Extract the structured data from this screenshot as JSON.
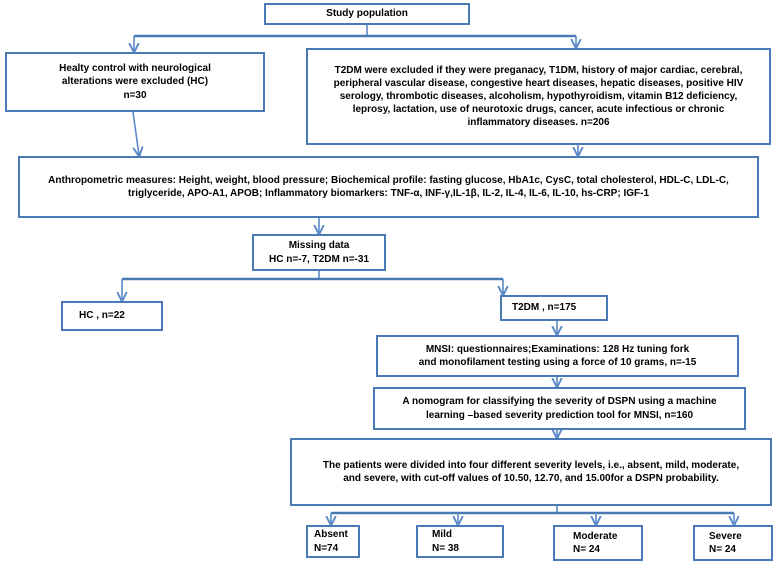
{
  "colors": {
    "box_border": "#4a7ab5",
    "arrow": "#5b8ac7",
    "text": "#000000"
  },
  "nodes": {
    "study_population": "Study population",
    "healthy_control": "Healty control with neurological\nalterations were excluded (HC)\nn=30",
    "t2dm_exclusion": "T2DM were excluded if they were preganacy, T1DM, history of major cardiac, cerebral,\nperipheral vascular disease, congestive heart diseases, hepatic diseases, positive HIV\nserology, thrombotic diseases, alcoholism, hypothyroidism, vitamin B12 deficiency,\nleprosy, lactation, use of neurotoxic drugs, cancer, acute infectious or chronic\ninflammatory diseases.  n=206",
    "measures": "Anthropometric measures: Height, weight, blood pressure; Biochemical profile: fasting glucose, HbA1c, CysC, total cholesterol, HDL-C, LDL-C,\ntriglyceride, APO-A1, APOB; Inflammatory biomarkers: TNF-α, INF-γ,IL-1β,  IL-2, IL-4, IL-6, IL-10, hs-CRP; IGF-1",
    "missing_data": "Missing data\nHC n=-7, T2DM n=-31",
    "hc_final": "HC , n=22",
    "t2dm_final": "T2DM , n=175",
    "mnsi": "MNSI: questionnaires;Examinations: 128 Hz tuning fork\nand monofilament testing using a force of 10 grams, n=-15",
    "nomogram": "A nomogram for classifying the severity of DSPN using a machine\nlearning –based severity prediction tool for MNSI, n=160",
    "severity_levels": "The patients were divided into four different severity levels, i.e., absent, mild, moderate,\nand severe, with cut-off values of 10.50, 12.70, and 15.00for a DSPN probability.",
    "absent": "Absent\nN=74",
    "mild": "Mild\nN= 38",
    "moderate": "Moderate\nN= 24",
    "severe": "Severe\nN= 24"
  }
}
